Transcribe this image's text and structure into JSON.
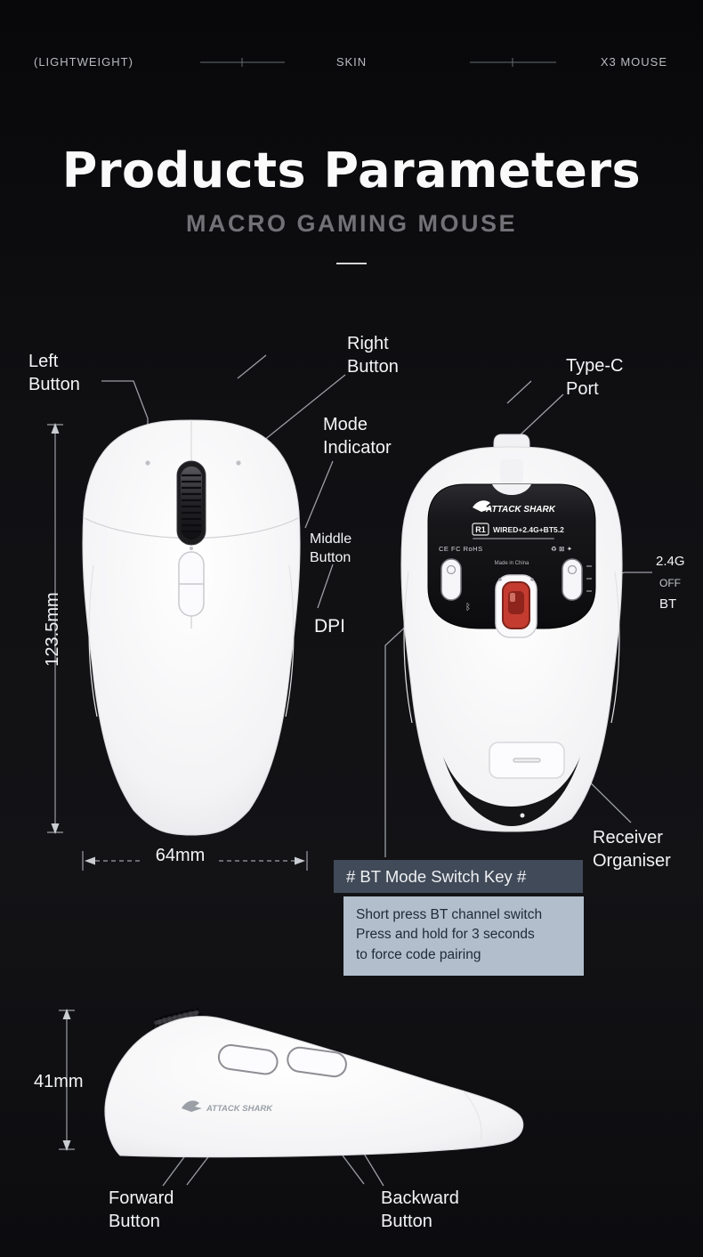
{
  "header": {
    "left": "(LIGHTWEIGHT)",
    "center": "SKIN",
    "right": "X3 MOUSE"
  },
  "title": "Products Parameters",
  "subtitle": "MACRO GAMING MOUSE",
  "callouts": {
    "left_button": "Left\nButton",
    "right_button": "Right\nButton",
    "type_c_port": "Type-C\nPort",
    "mode_indicator": "Mode\nIndicator",
    "middle_button": "Middle\nButton",
    "dpi": "DPI",
    "switch_2_4g": "2.4G",
    "switch_off": "OFF",
    "switch_bt": "BT",
    "receiver_organiser": "Receiver\nOrganiser",
    "forward_button": "Forward\nButton",
    "backward_button": "Backward\nButton"
  },
  "dimensions": {
    "length": "123.5mm",
    "width": "64mm",
    "height": "41mm"
  },
  "bt_note": {
    "title": "# BT Mode Switch Key #",
    "body": "Short press BT channel switch\nPress and hold for 3 seconds\nto force code pairing"
  },
  "base_plate": {
    "brand": "ATTACK SHARK",
    "model": "R1",
    "connectivity": "WIRED+2.4G+BT5.2",
    "made_in": "Made in China",
    "certs_left": "CE FC RoHS",
    "certs_right": "♻ ⊠ ✦",
    "bt_glyph": "ᛒ"
  },
  "side_view": {
    "brand": "ATTACK SHARK"
  },
  "colors": {
    "accent_line": "#9b9ea3",
    "note_header_bg": "#414a58",
    "note_body_bg": "#b2becb",
    "sensor_red": "#c43c30",
    "background": "#0e0e11"
  }
}
